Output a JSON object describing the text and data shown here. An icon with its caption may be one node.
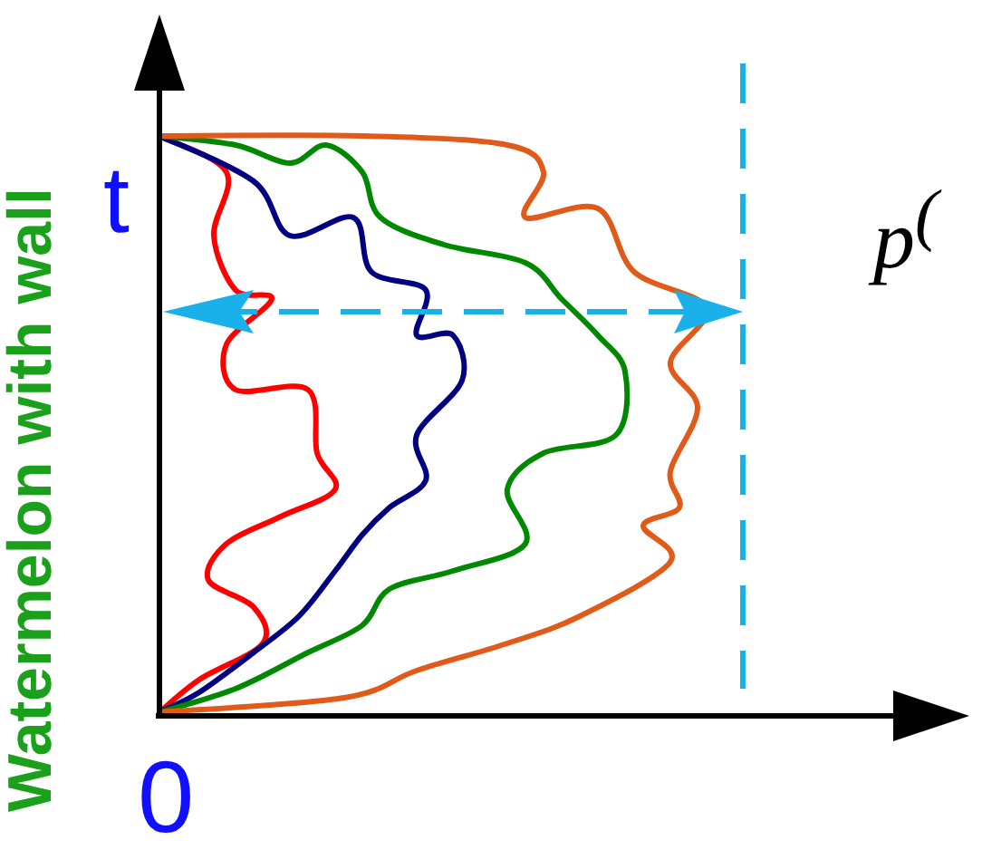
{
  "diagram": {
    "labels": [
      "Watermelon with wall",
      "t",
      "0",
      "p$^{(}$"
    ]
  }
}
